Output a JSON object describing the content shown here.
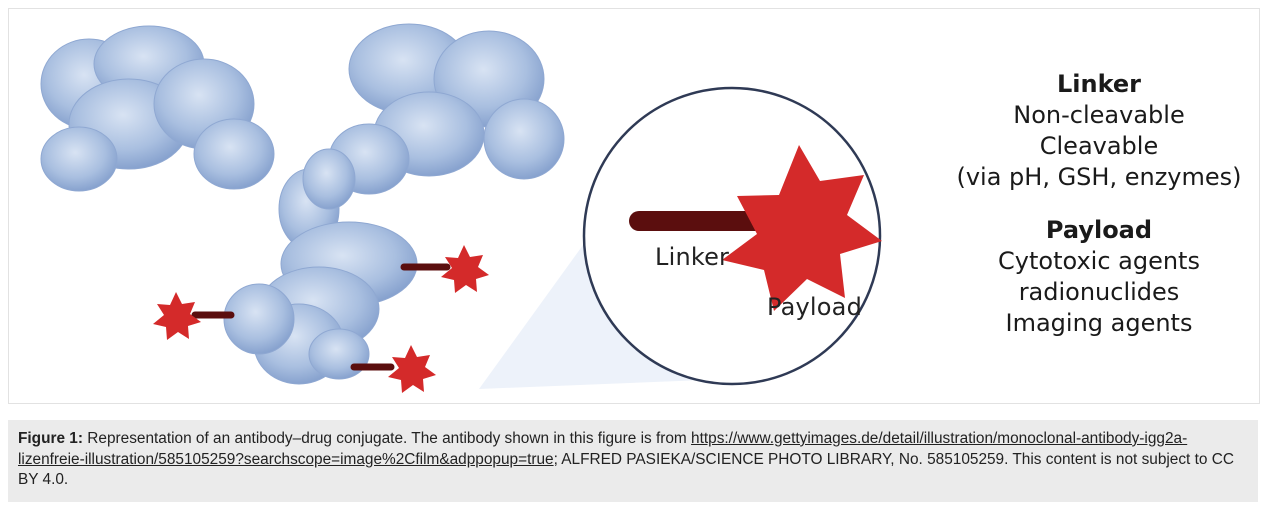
{
  "figure": {
    "zoom_labels": {
      "linker": "Linker",
      "payload": "Payload"
    },
    "legend": {
      "linker_heading": "Linker",
      "linker_items": [
        "Non-cleavable",
        "Cleavable",
        "(via pH, GSH, enzymes)"
      ],
      "payload_heading": "Payload",
      "payload_items": [
        "Cytotoxic agents",
        "radionuclides",
        "Imaging agents"
      ]
    },
    "colors": {
      "antibody": "#a9bfe0",
      "antibody_shadow": "#7f9bca",
      "payload_star": "#d42a2a",
      "linker_bar": "#5b0e0e",
      "zoom_cone": "#edf2fa",
      "circle_stroke": "#2f3a55"
    }
  },
  "caption": {
    "label": "Figure 1:",
    "text_before": " Representation of an antibody–drug conjugate. The antibody shown in this figure is from ",
    "link": "https://www.gettyimages.de/detail/illustration/monoclonal-antibody-igg2a-lizenfreie-illustration/585105259?searchscope=image%2Cfilm&adppopup=true",
    "text_after": "; ALFRED PASIEKA/SCIENCE PHOTO LIBRARY, No. 585105259. This content is not subject to CC BY 4.0."
  }
}
